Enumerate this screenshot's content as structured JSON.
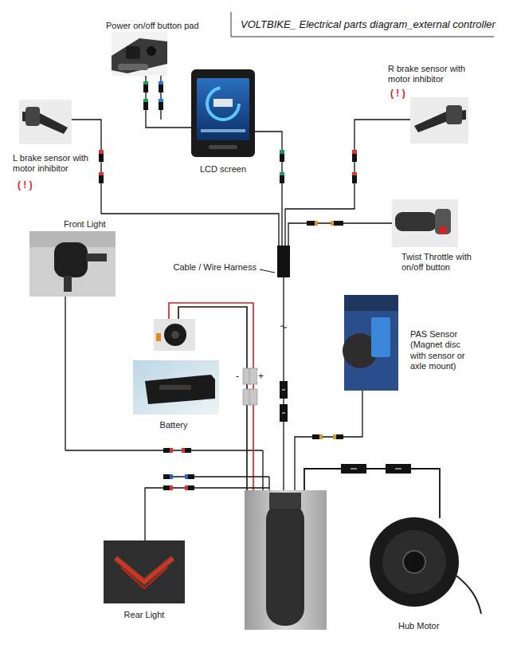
{
  "diagram": {
    "title": "VOLTBIKE_ Electrical parts diagram_external controller",
    "nodes": [
      {
        "text": [
          "Power on/off button pad"
        ]
      },
      {
        "text": [
          "R brake sensor with motor inhibitor",
          "( ! )"
        ]
      },
      {
        "text": [
          "LCD screen"
        ]
      },
      {
        "text": [
          "L brake sensor with motor inhibitor",
          "( ! )"
        ]
      },
      {
        "text": [
          "Twist Throttle with on/off button"
        ]
      },
      {
        "text": [
          "Front Light"
        ]
      },
      {
        "text": [
          "Cable / Wire Harness"
        ]
      },
      {
        "text": [
          "PAS Sensor (Magnet disc with sensor or axle mount)"
        ]
      },
      {
        "text": [
          "Battery"
        ]
      },
      {
        "text": [
          "Hub Motor"
        ]
      },
      {
        "text": [
          "Rear Light"
        ]
      }
    ],
    "edges": [
      {
        "from": 0,
        "to": 2,
        "arrow": "none"
      },
      {
        "from": 2,
        "to": 6,
        "arrow": "none"
      },
      {
        "from": 1,
        "to": 6,
        "arrow": "none"
      },
      {
        "from": 3,
        "to": 6,
        "arrow": "none"
      },
      {
        "from": 4,
        "to": 6,
        "arrow": "none"
      }
    ],
    "labels": [
      "-",
      "+"
    ]
  }
}
